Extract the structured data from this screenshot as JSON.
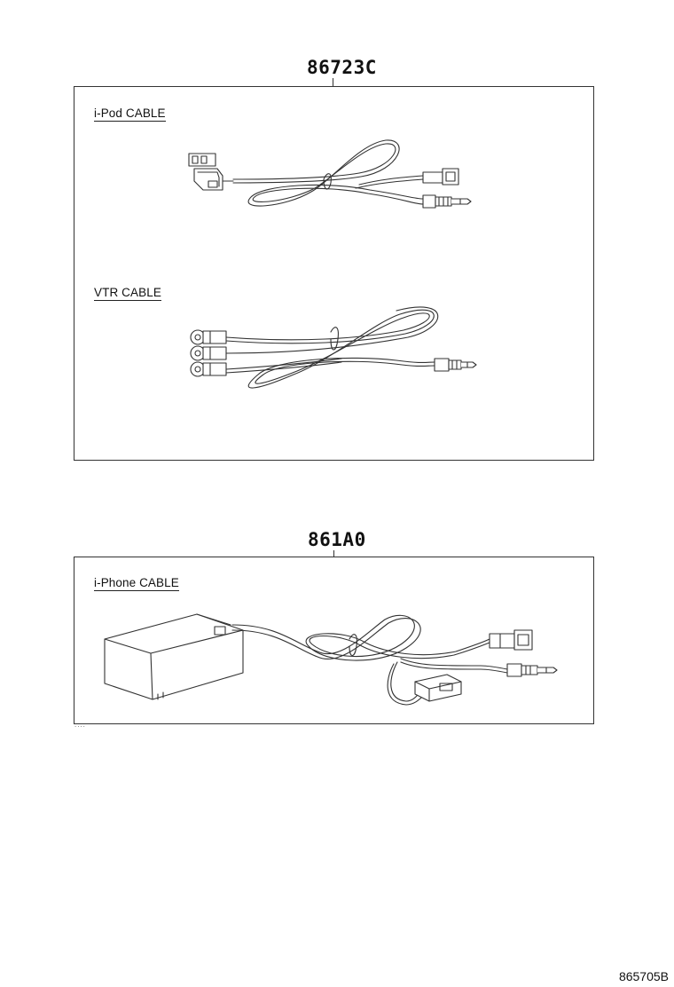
{
  "groups": [
    {
      "part_number": "86723C",
      "items": [
        {
          "caption": "i-Pod CABLE",
          "icon": "ipod-cable-icon"
        },
        {
          "caption": "VTR CABLE",
          "icon": "vtr-cable-icon"
        }
      ]
    },
    {
      "part_number": "861A0",
      "items": [
        {
          "caption": "i-Phone CABLE",
          "icon": "iphone-cable-icon"
        }
      ]
    }
  ],
  "diagram_number": "865705B"
}
